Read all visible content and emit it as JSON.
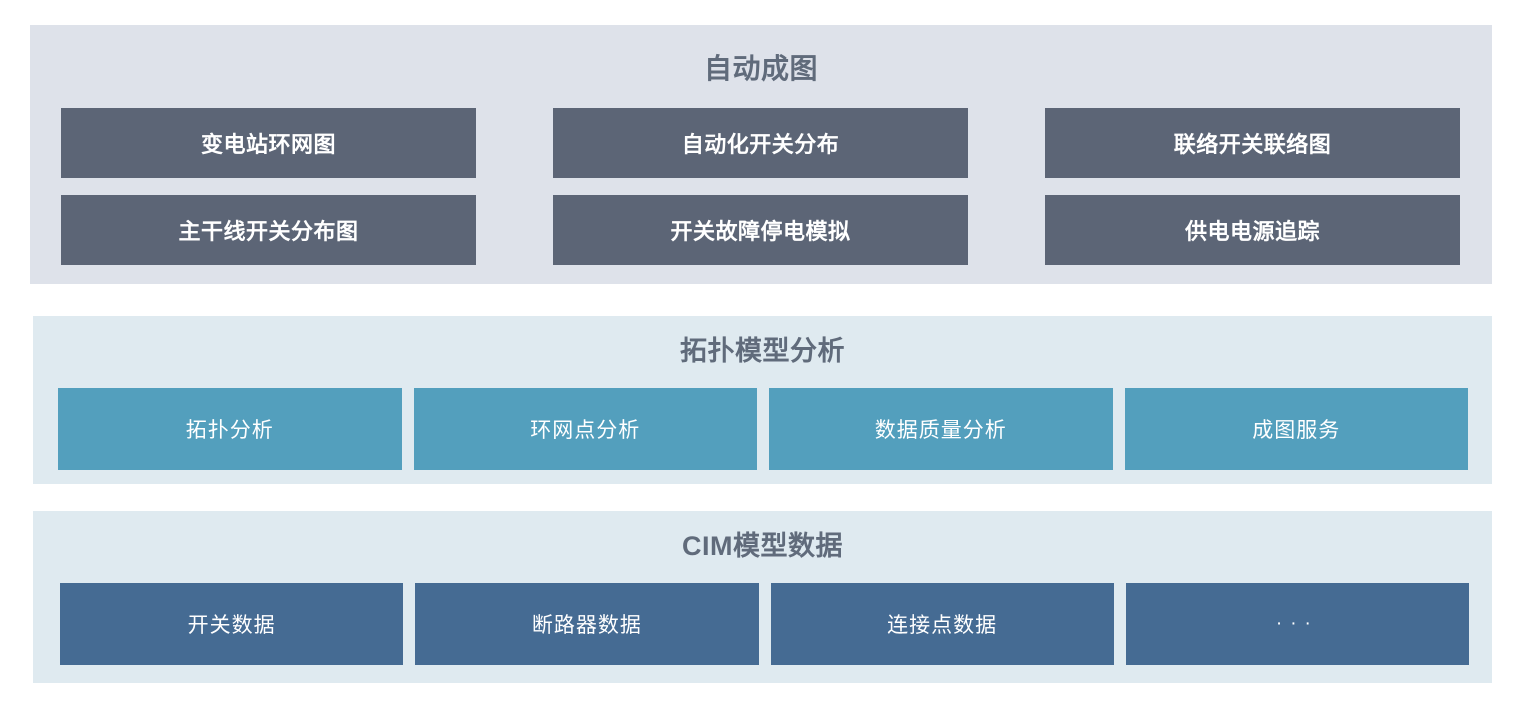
{
  "panels": [
    {
      "id": "auto-mapping",
      "title": "自动成图",
      "bg_color": "#dee2ea",
      "button_color": "#5c6576",
      "buttons": [
        {
          "label": "变电站环网图"
        },
        {
          "label": "自动化开关分布"
        },
        {
          "label": "联络开关联络图"
        },
        {
          "label": "主干线开关分布图"
        },
        {
          "label": "开关故障停电模拟"
        },
        {
          "label": "供电电源追踪"
        }
      ]
    },
    {
      "id": "topology-model-analysis",
      "title": "拓扑模型分析",
      "bg_color": "#dfeaf0",
      "button_color": "#539fbd",
      "buttons": [
        {
          "label": "拓扑分析"
        },
        {
          "label": "环网点分析"
        },
        {
          "label": "数据质量分析"
        },
        {
          "label": "成图服务"
        }
      ]
    },
    {
      "id": "cim-model-data",
      "title": "CIM模型数据",
      "bg_color": "#dfeaf0",
      "button_color": "#456b93",
      "buttons": [
        {
          "label": "开关数据"
        },
        {
          "label": "断路器数据"
        },
        {
          "label": "连接点数据"
        },
        {
          "label": "···"
        }
      ]
    }
  ],
  "theme": {
    "title_color": "#606b7b",
    "button_text_color": "#ffffff",
    "page_background": "#ffffff"
  }
}
